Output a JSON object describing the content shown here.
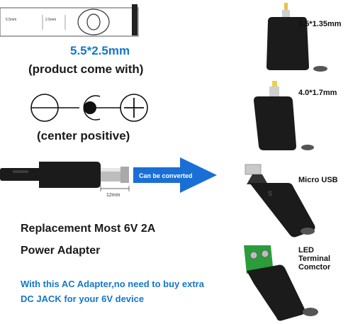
{
  "plug_spec": {
    "dim_outer": "5.5mm",
    "dim_inner": "2.5mm",
    "size": "5.5*2.5mm",
    "with": "(product come with)"
  },
  "polarity": {
    "label": "(center positive)"
  },
  "cable": {
    "length": "12mm"
  },
  "arrow": {
    "label": "Can be converted"
  },
  "headline": {
    "line1": "Replacement Most  6V 2A",
    "line2": "Power Adapter"
  },
  "note": {
    "line1": "With this AC Adapter,no need to buy extra",
    "line2": "DC JACK for your 6V device"
  },
  "connectors": [
    {
      "label": "3.5*1.35mm"
    },
    {
      "label": "4.0*1.7mm"
    },
    {
      "label": "Micro USB"
    },
    {
      "label": "LED Terminal Comctor"
    }
  ],
  "colors": {
    "blue": "#1477c9",
    "arrow": "#1a6fd6",
    "plug_body": "#1b1b1b"
  }
}
